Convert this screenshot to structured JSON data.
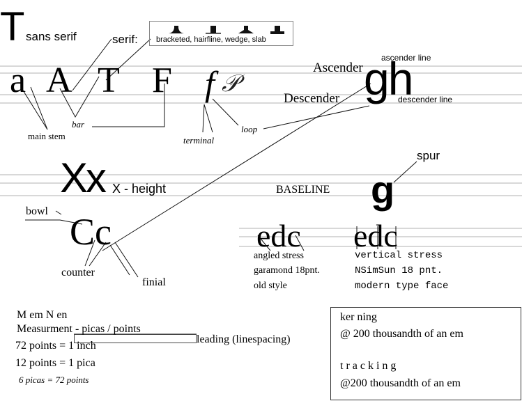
{
  "sans_section": {
    "big_letter": "T",
    "label": "sans serif"
  },
  "serif_section": {
    "label": "serif:",
    "types": "bracketed, hairfline, wedge, slab"
  },
  "serif_letters": {
    "a": "a",
    "A": "A",
    "T": "T",
    "F": "F",
    "f": "f",
    "script_p": "𝒫"
  },
  "anatomy_labels": {
    "main_stem": "main stem",
    "bar": "bar",
    "terminal": "terminal",
    "loop": "loop",
    "ascender": "Ascender",
    "descender": "Descender",
    "ascender_line": "ascender line",
    "descender_line": "descender line",
    "gh": "gh",
    "spur": "spur",
    "g": "g"
  },
  "xheight_section": {
    "big": "Xx",
    "label": "X - height",
    "baseline": "BASELINE"
  },
  "cc_section": {
    "letters": "Cc",
    "bowl": "bowl",
    "counter": "counter",
    "finial": "finial"
  },
  "stress_garamond": {
    "letters": "edc",
    "line1": "angled stress",
    "line2": "garamond 18pnt.",
    "line3": "old style"
  },
  "stress_modern": {
    "letters": "edc",
    "line1": "vertical stress",
    "line2": "NSimSun 18 pnt.",
    "line3": "modern type face"
  },
  "measurement": {
    "line1": "M em N en",
    "line2": "Measurment - picas / points",
    "line3": "72 points = 1 inch",
    "line4": "12 points = 1 pica",
    "line5": "6 picas = 72 points",
    "leading": "leading (linespacing)"
  },
  "kerning_box": {
    "kerning": "ker ning",
    "kerning_value": "@ 200 thousandth of an em",
    "tracking": "t r a c k i n g",
    "tracking_value": "@200 thousandth of an em"
  }
}
